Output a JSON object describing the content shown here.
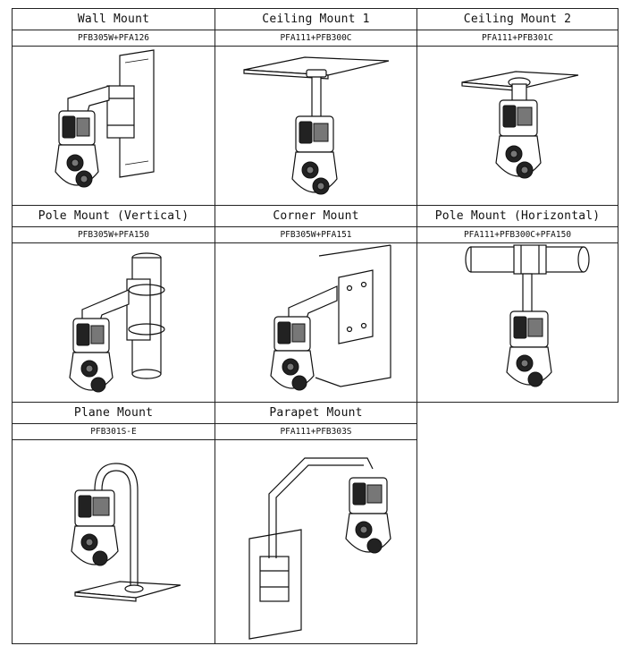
{
  "mounts": [
    {
      "title": "Wall Mount",
      "model": "PFB305W+PFA126"
    },
    {
      "title": "Ceiling Mount 1",
      "model": "PFA111+PFB300C"
    },
    {
      "title": "Ceiling Mount 2",
      "model": "PFA111+PFB301C"
    },
    {
      "title": "Pole Mount (Vertical)",
      "model": "PFB305W+PFA150"
    },
    {
      "title": "Corner Mount",
      "model": "PFB305W+PFA151"
    },
    {
      "title": "Pole Mount (Horizontal)",
      "model": "PFA111+PFB300C+PFA150"
    },
    {
      "title": "Plane Mount",
      "model": "PFB301S-E"
    },
    {
      "title": "Parapet Mount",
      "model": "PFA111+PFB303S"
    }
  ]
}
